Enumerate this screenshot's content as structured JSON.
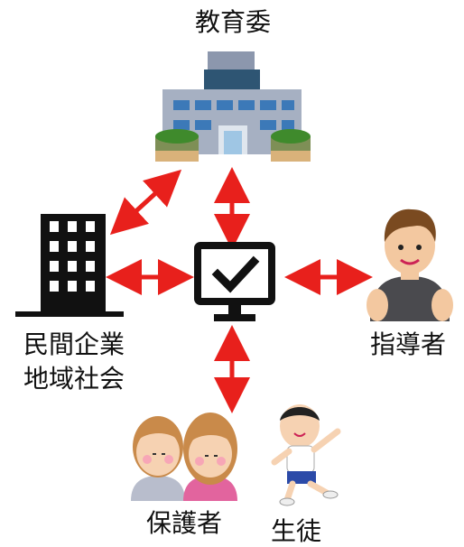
{
  "nodes": {
    "board": {
      "label": "教育委",
      "icon": "school-building-icon"
    },
    "company": {
      "label_line1": "民間企業",
      "label_line2": "地域社会",
      "icon": "office-building-icon"
    },
    "system": {
      "icon": "monitor-checkmark-icon"
    },
    "instructor": {
      "label": "指導者",
      "icon": "coach-person-icon"
    },
    "parents": {
      "label": "保護者",
      "icon": "parents-icon"
    },
    "student": {
      "label": "生徒",
      "icon": "running-student-icon"
    }
  },
  "colors": {
    "arrow": "#e8201c",
    "icon_dark": "#111111"
  }
}
